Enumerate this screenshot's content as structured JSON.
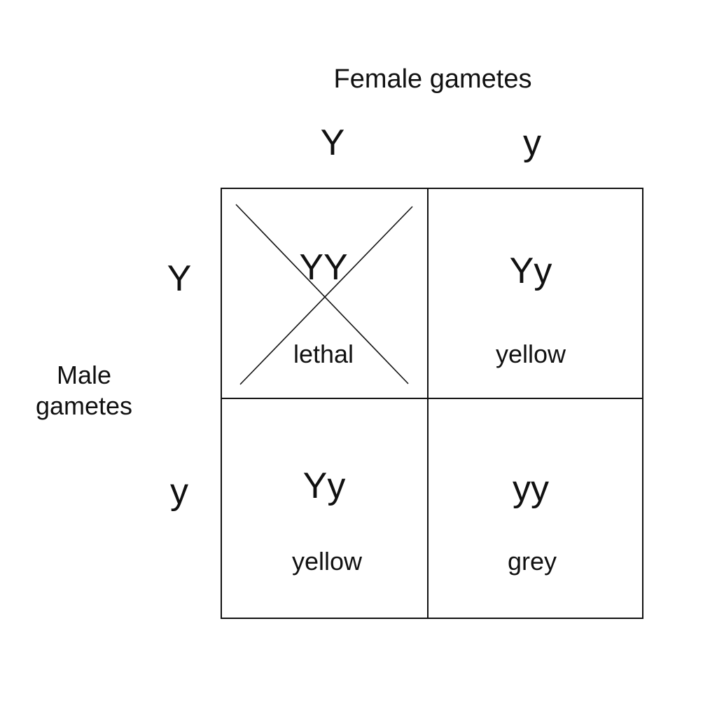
{
  "title": "Female gametes",
  "side_title": {
    "line1": "Male",
    "line2": "gametes"
  },
  "columns": [
    "Y",
    "y"
  ],
  "rows": [
    "Y",
    "y"
  ],
  "cells": [
    {
      "genotype": "YY",
      "phenotype": "lethal",
      "crossed_out": true
    },
    {
      "genotype": "Yy",
      "phenotype": "yellow",
      "crossed_out": false
    },
    {
      "genotype": "Yy",
      "phenotype": "yellow",
      "crossed_out": false
    },
    {
      "genotype": "yy",
      "phenotype": "grey",
      "crossed_out": false
    }
  ],
  "colors": {
    "line": "#111111",
    "background": "#ffffff"
  }
}
